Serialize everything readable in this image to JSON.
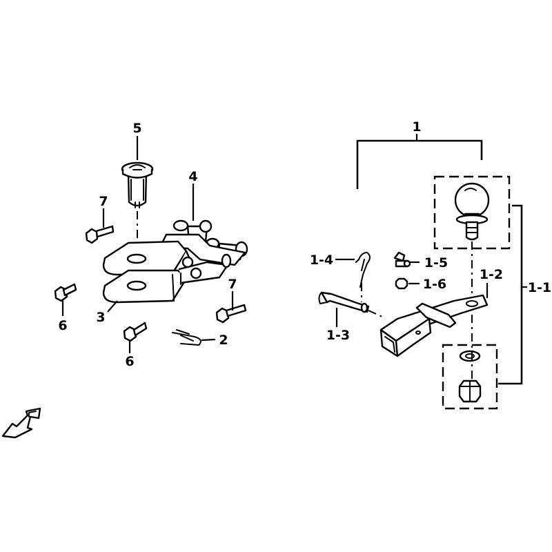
{
  "callouts": {
    "c1": "1",
    "c1_1": "1-1",
    "c1_2": "1-2",
    "c1_3": "1-3",
    "c1_4": "1-4",
    "c1_5": "1-5",
    "c1_6": "1-6",
    "c2": "2",
    "c3": "3",
    "c4": "4",
    "c5": "5",
    "c6a": "6",
    "c6b": "6",
    "c7a": "7",
    "c7b": "7"
  },
  "icons": {
    "front": "front-arrow-icon"
  }
}
